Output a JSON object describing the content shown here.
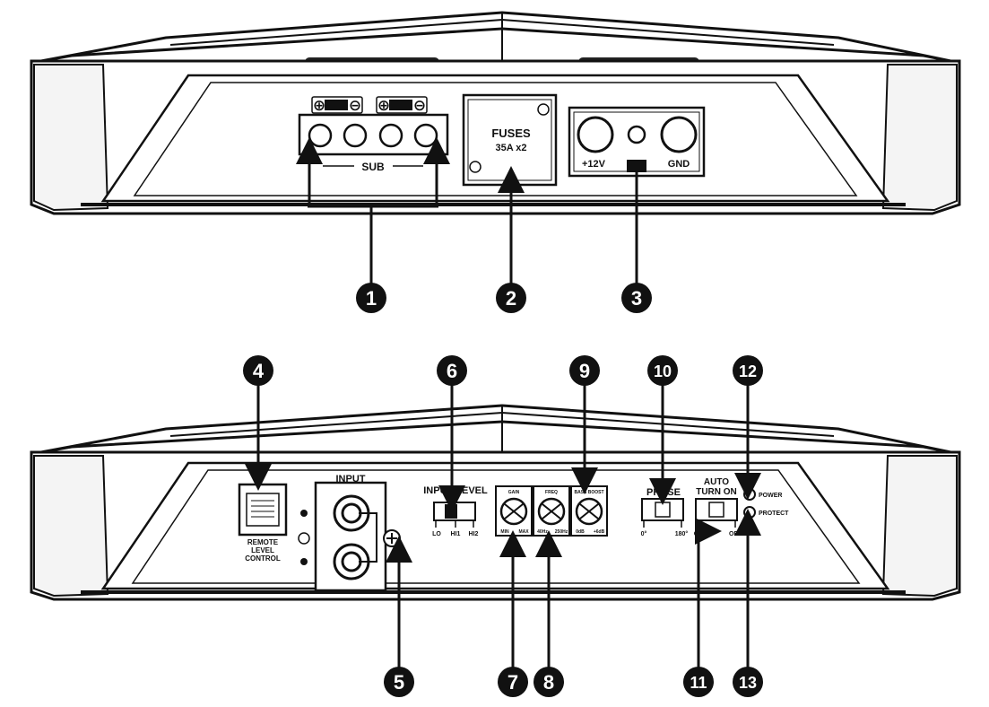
{
  "top_panel": {
    "terminal_plus_1": "⊕",
    "terminal_minus_1": "⊖",
    "terminal_plus_2": "⊕",
    "terminal_minus_2": "⊖",
    "sub_label": "SUB",
    "fuses_title": "FUSES",
    "fuses_rating": "35A x2",
    "power_12v_label": "+12V",
    "gnd_label": "GND"
  },
  "bottom_panel": {
    "remote_label_1": "REMOTE",
    "remote_label_2": "LEVEL",
    "remote_label_3": "CONTROL",
    "input_label": "INPUT",
    "input_level_label": "INPUT LEVEL",
    "input_level_opt_lo": "LO",
    "input_level_opt_hi1": "HI1",
    "input_level_opt_hi2": "HI2",
    "knob_gain_label": "GAIN",
    "knob_gain_min": "MIN",
    "knob_gain_max": "MAX",
    "knob_freq_label": "FREQ",
    "knob_freq_min": "40Hz",
    "knob_freq_max": "250Hz",
    "knob_bass_label": "BASS BOOST",
    "knob_bass_min": "0dB",
    "knob_bass_max": "+6dB",
    "phase_label": "PHASE",
    "phase_opt_0": "0°",
    "phase_opt_180": "180°",
    "auto_label_1": "AUTO",
    "auto_label_2": "TURN ON",
    "auto_opt_on": "ON",
    "auto_opt_off": "OFF",
    "power_led_label": "POWER",
    "protect_led_label": "PROTECT"
  },
  "callouts": [
    "1",
    "2",
    "3",
    "4",
    "5",
    "6",
    "7",
    "8",
    "9",
    "10",
    "11",
    "12",
    "13"
  ]
}
